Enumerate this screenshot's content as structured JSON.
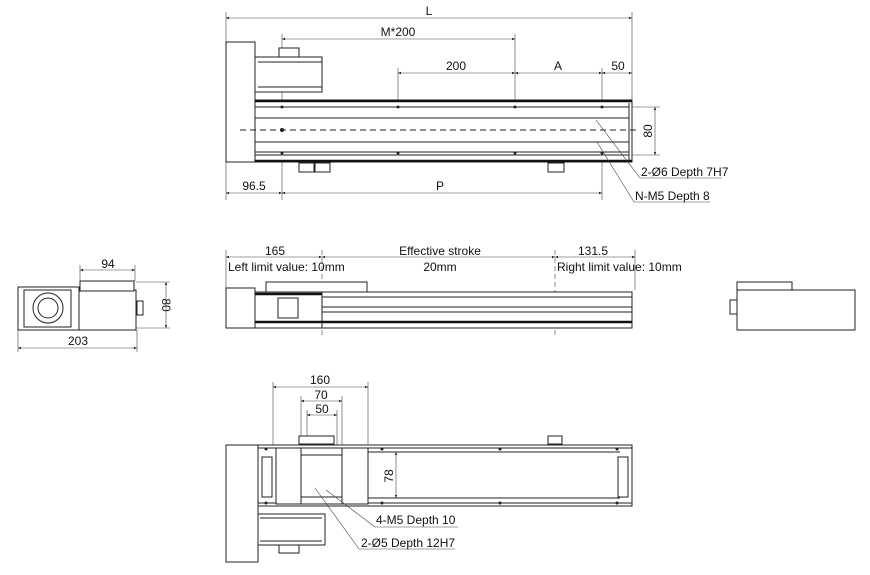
{
  "top_view": {
    "dim_L": "L",
    "dim_M200": "M*200",
    "dim_200": "200",
    "dim_A": "A",
    "dim_50": "50",
    "dim_80": "80",
    "dim_96_5": "96.5",
    "dim_P": "P",
    "callout_pin": "2-Ø6 Depth 7H7",
    "callout_thread": "N-M5 Depth 8"
  },
  "side_views": {
    "dim_94": "94",
    "dim_80": "80",
    "dim_203": "203",
    "dim_165": "165",
    "effective_stroke": "Effective stroke",
    "stroke_value": "20mm",
    "dim_131_5": "131.5",
    "left_limit": "Left limit value: 10mm",
    "right_limit": "Right limit value: 10mm"
  },
  "bottom_view": {
    "dim_160": "160",
    "dim_70": "70",
    "dim_50": "50",
    "dim_78": "78",
    "callout_thread": "4-M5 Depth 10",
    "callout_pin": "2-Ø5 Depth 12H7"
  }
}
